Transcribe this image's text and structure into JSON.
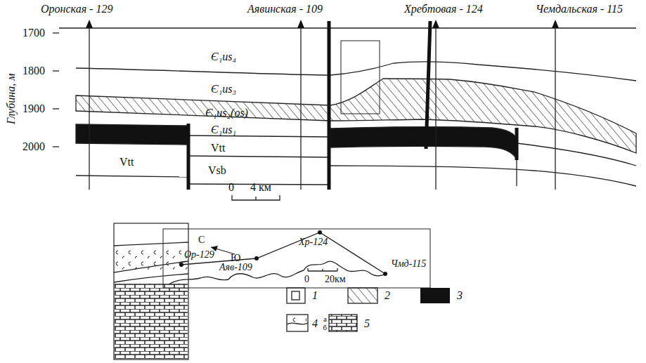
{
  "diagram": {
    "labels": [
      "Оронская - 129",
      "Аявинская - 109",
      "Хребтовая - 124",
      "Чемдальская - 115",
      "Глубина, м",
      "1700",
      "1800",
      "1900",
      "2000",
      "Є₁us₄",
      "Є₁us₃",
      "Є₁us₂(os)",
      "Є₁us₁",
      "Vtt",
      "Vtt",
      "Vsb",
      "0",
      "4 км",
      "С",
      "Ю",
      "Хр-124",
      "Ор-129",
      "Аяв-109",
      "Чмд-115",
      "0",
      "20км",
      "а",
      "б"
    ],
    "legend": [
      {
        "text": "1"
      },
      {
        "text": "2"
      },
      {
        "text": "3",
        "color": "#111111"
      },
      {
        "text": "4"
      },
      {
        "text": "5"
      }
    ]
  }
}
